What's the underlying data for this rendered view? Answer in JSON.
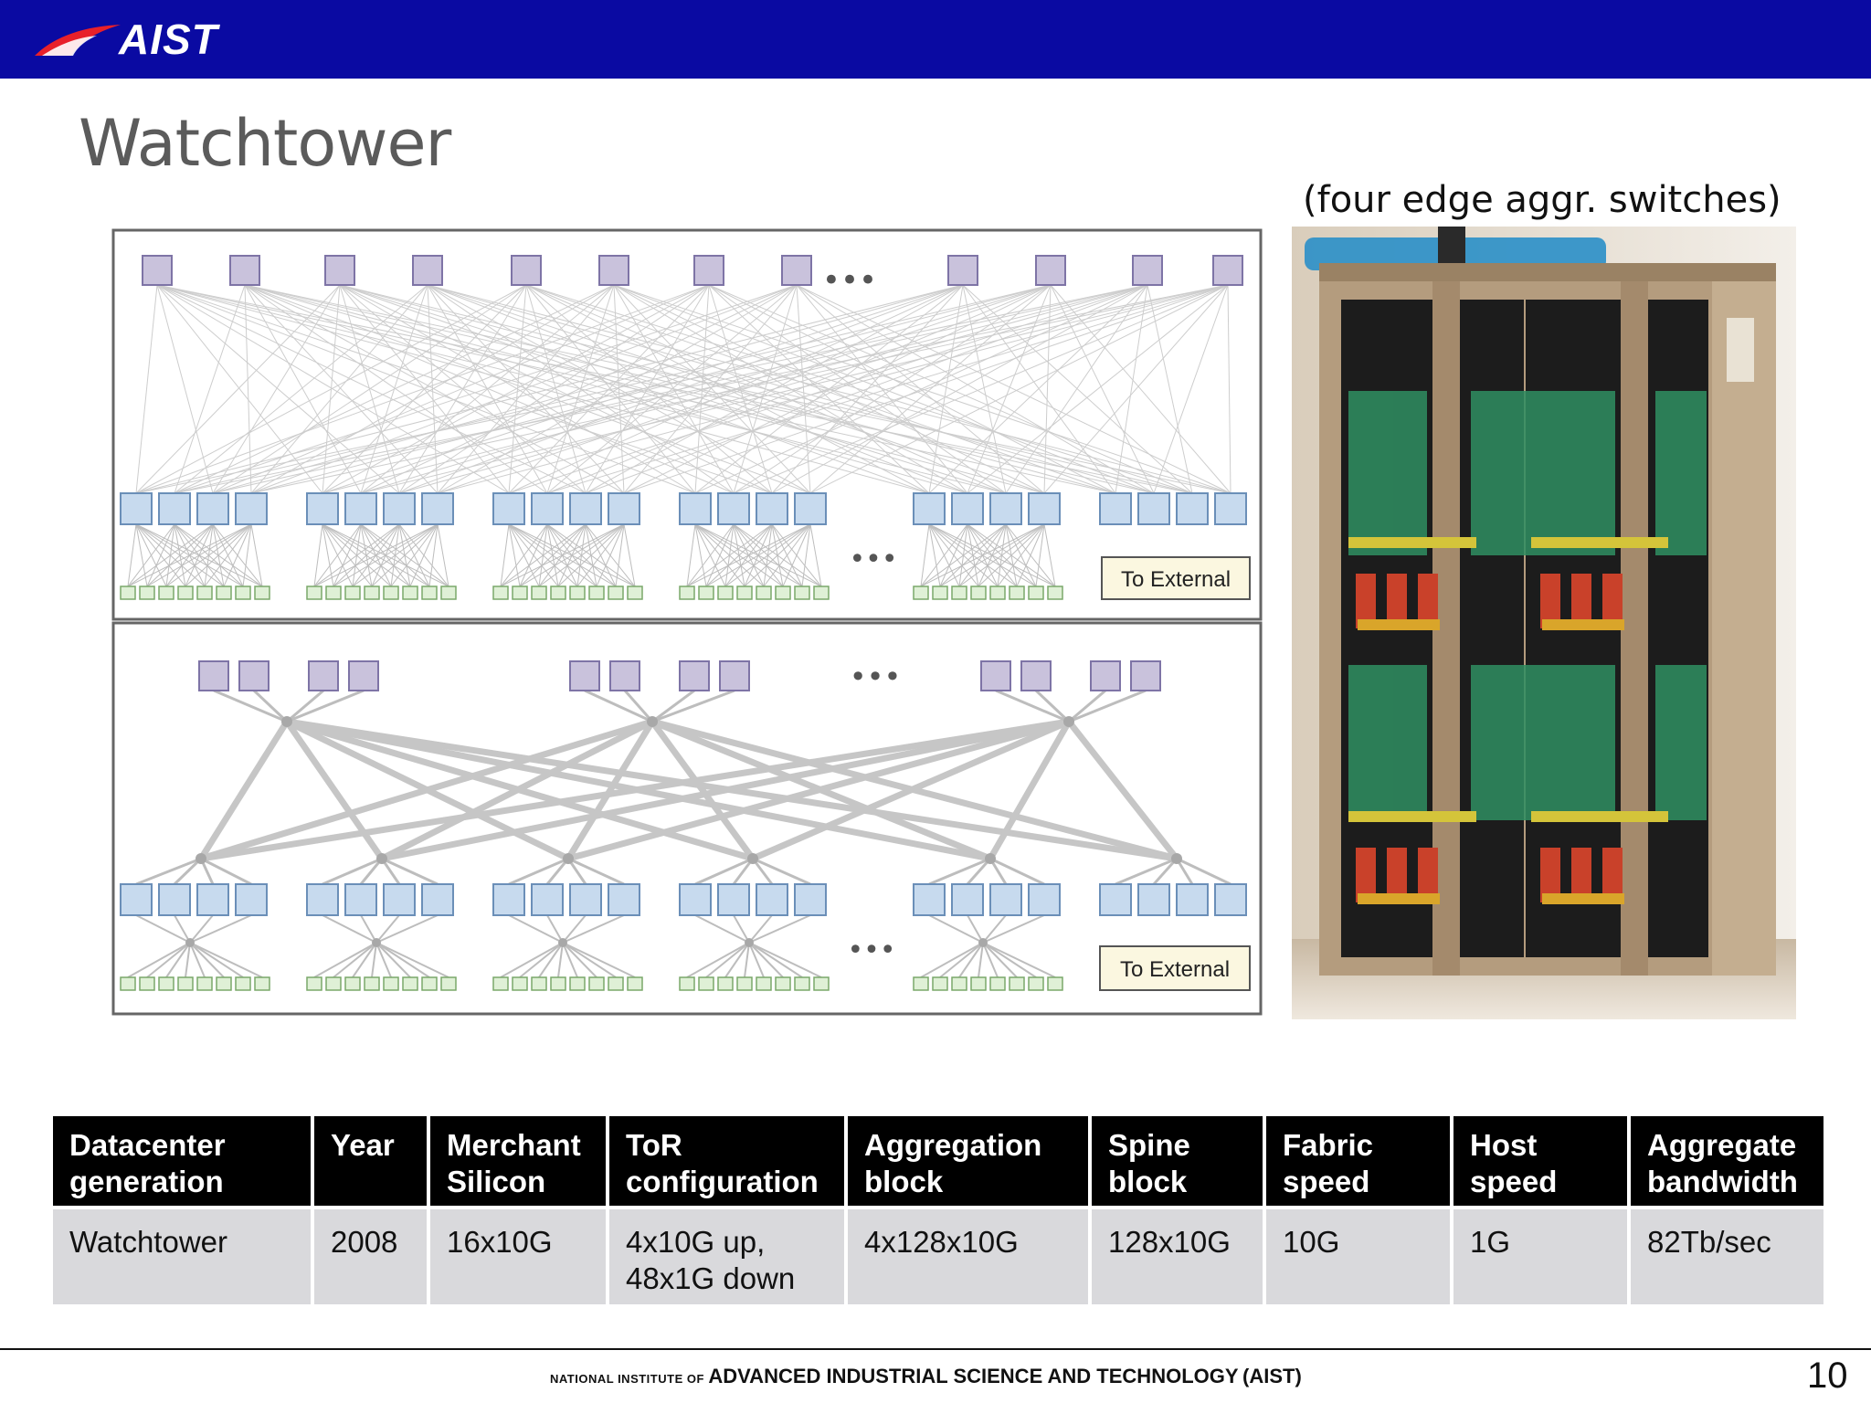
{
  "header": {
    "logo_text": "AIST",
    "brand_color": "#0a0aa2",
    "logo_accent": "#e8202a"
  },
  "slide": {
    "title": "Watchtower",
    "photo_caption": "(four edge aggr. switches)",
    "page_number": "10"
  },
  "diagram": {
    "ellipsis": "•••",
    "to_external_label": "To External",
    "colors": {
      "spine_fill": "#c9c2dc",
      "spine_stroke": "#7e74a6",
      "agg_fill": "#c7daee",
      "agg_stroke": "#6b8fb8",
      "host_fill": "#dff0d6",
      "host_stroke": "#7aa86a",
      "link": "#bdbdbd",
      "frame": "#666666"
    }
  },
  "table": {
    "headers": [
      "Datacenter\ngeneration",
      "Year",
      "Merchant\nSilicon",
      "ToR\nconfiguration",
      "Aggregation\nblock",
      "Spine\nblock",
      "Fabric\nspeed",
      "Host\nspeed",
      "Aggregate\nbandwidth"
    ],
    "rows": [
      [
        "Watchtower",
        "2008",
        "16x10G",
        "4x10G up,\n48x1G down",
        "4x128x10G",
        "128x10G",
        "10G",
        "1G",
        "82Tb/sec"
      ]
    ]
  },
  "footer": {
    "prefix": "NATIONAL INSTITUTE OF",
    "name": "ADVANCED INDUSTRIAL SCIENCE AND TECHNOLOGY",
    "abbr": "(AIST)"
  }
}
